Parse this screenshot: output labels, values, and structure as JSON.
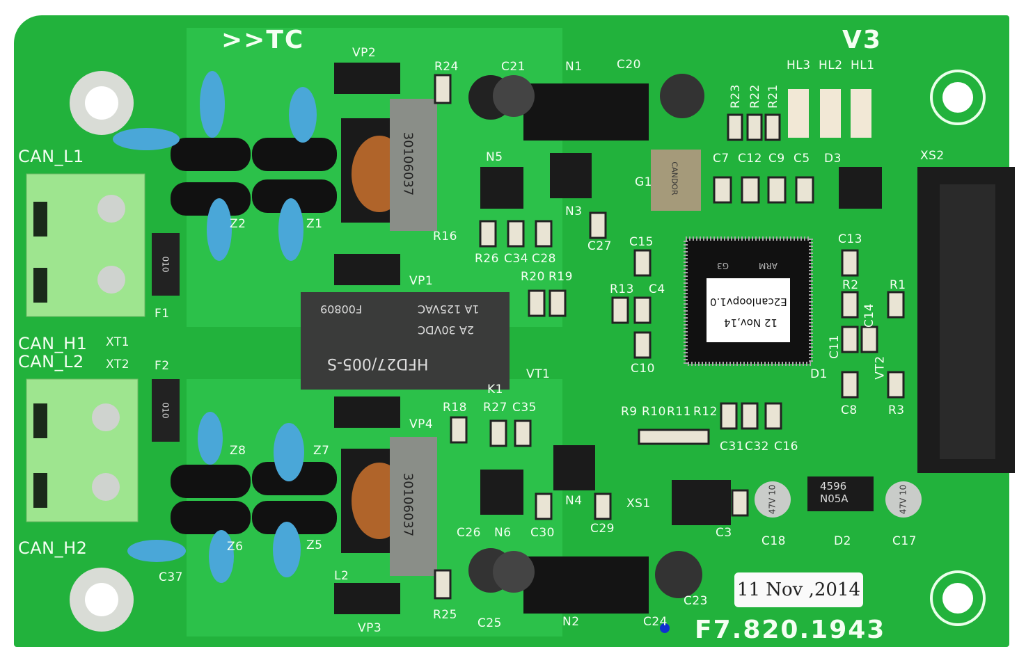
{
  "board": {
    "title": ">>TC",
    "version": "V3",
    "part_number": "F7.820.1943",
    "date_sticker": "11 Nov ,2014",
    "mcu_sticker": {
      "line1": "E2canloopv1.0",
      "line2": "12 Nov,14"
    },
    "mcu_marks": {
      "brand": "ARM",
      "code": "G3"
    },
    "relay": {
      "model": "HFD27/005-S",
      "rating1": "2A 30VDC",
      "rating2": "1A 125VAC",
      "code": "F00809"
    },
    "inductor_code": "30106037",
    "regulator_code": "4596\nN05A",
    "crystal_brand": "CANDOR",
    "fuse_code": "010",
    "cap_label": "47V 10"
  },
  "labels": {
    "can_l1": "CAN_L1",
    "can_h1": "CAN_H1",
    "can_l2": "CAN_L2",
    "can_h2": "CAN_H2",
    "xt1": "XT1",
    "xt2": "XT2",
    "f1": "F1",
    "f2": "F2",
    "vp1": "VP1",
    "vp2": "VP2",
    "vp3": "VP3",
    "vp4": "VP4",
    "r24": "R24",
    "c21": "C21",
    "n1": "N1",
    "c20": "C20",
    "hl3": "HL3",
    "hl2": "HL2",
    "hl1": "HL1",
    "r23": "R23",
    "r22": "R22",
    "r21": "R21",
    "c7": "C7",
    "c12": "C12",
    "c9": "C9",
    "c5": "C5",
    "d3": "D3",
    "xs2": "XS2",
    "g1": "G1",
    "n5": "N5",
    "n3": "N3",
    "r16": "R16",
    "r26": "R26",
    "c34": "C34",
    "c28": "C28",
    "c27": "C27",
    "c15": "C15",
    "c13": "C13",
    "r2": "R2",
    "r1": "R1",
    "r20": "R20",
    "r19": "R19",
    "r13": "R13",
    "c4": "C4",
    "c10": "C10",
    "c11": "C11",
    "c14": "C14",
    "vt1": "VT1",
    "vt2": "VT2",
    "d1": "D1",
    "r3": "R3",
    "c8": "C8",
    "k1": "K1",
    "r18": "R18",
    "r27": "R27",
    "c35": "C35",
    "r9": "R9",
    "r10": "R10",
    "r11": "R11",
    "r12": "R12",
    "c31": "C31",
    "c32": "C32",
    "c16": "C16",
    "n4": "N4",
    "n6": "N6",
    "c26": "C26",
    "c30": "C30",
    "c29": "C29",
    "xs1": "XS1",
    "c3": "C3",
    "c18": "C18",
    "d2": "D2",
    "c17": "C17",
    "c37": "C37",
    "l2": "L2",
    "r25": "R25",
    "c25": "C25",
    "n2": "N2",
    "c24": "C24",
    "c23": "C23",
    "z1": "Z1",
    "z2": "Z2",
    "z5": "Z5",
    "z6": "Z6",
    "z7": "Z7",
    "z8": "Z8"
  },
  "colors": {
    "pcb": "#22b23c",
    "terminal": "#9ee58f",
    "ic": "#1a1a1a"
  }
}
